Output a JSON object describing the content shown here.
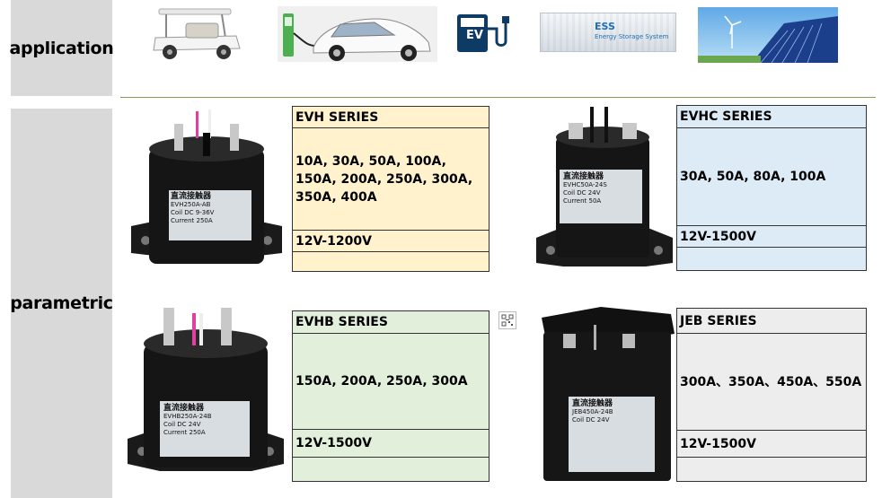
{
  "rows": {
    "application": {
      "label": "application"
    },
    "parametric": {
      "label": "parametric"
    }
  },
  "application_images": [
    {
      "name": "golf-cart-image"
    },
    {
      "name": "electric-car-image"
    },
    {
      "name": "ev-charger-icon",
      "text": "EV"
    },
    {
      "name": "ess-container-image",
      "text": "ESS",
      "sub": "Energy Storage System"
    },
    {
      "name": "solar-wind-image"
    }
  ],
  "series": {
    "evh": {
      "title": "EVH SERIES",
      "currents": "10A, 30A, 50A, 100A, 150A, 200A, 250A, 300A, 350A, 400A",
      "voltage": "12V-1200V",
      "color": "#fff2cc"
    },
    "evhc": {
      "title": "EVHC SERIES",
      "currents": "30A, 50A, 80A, 100A",
      "voltage": "12V-1500V",
      "color": "#ddebf7"
    },
    "evhb": {
      "title": "EVHB SERIES",
      "currents": "150A, 200A, 250A, 300A",
      "voltage": "12V-1500V",
      "color": "#e2efda"
    },
    "jeb": {
      "title": "JEB SERIES",
      "currents": "300A、350A、450A、550A",
      "voltage": "12V-1500V",
      "color": "#ededed"
    }
  },
  "product_labels": {
    "evh": {
      "brand": "直流接触器",
      "model": "EVH250A-AB",
      "coil": "Coil DC 9-36V",
      "current": "Current 250A"
    },
    "evhc": {
      "brand": "直流接触器",
      "model": "EVHC50A-24S",
      "coil": "Coil DC 24V",
      "current": "Current 50A"
    },
    "evhb": {
      "brand": "直流接触器",
      "model": "EVHB250A-24B",
      "coil": "Coil DC 24V",
      "current": "Current 250A"
    },
    "jeb": {
      "brand": "直流接触器",
      "model": "JEB450A-24B",
      "coil": "Coil DC 24V",
      "current": ""
    }
  }
}
